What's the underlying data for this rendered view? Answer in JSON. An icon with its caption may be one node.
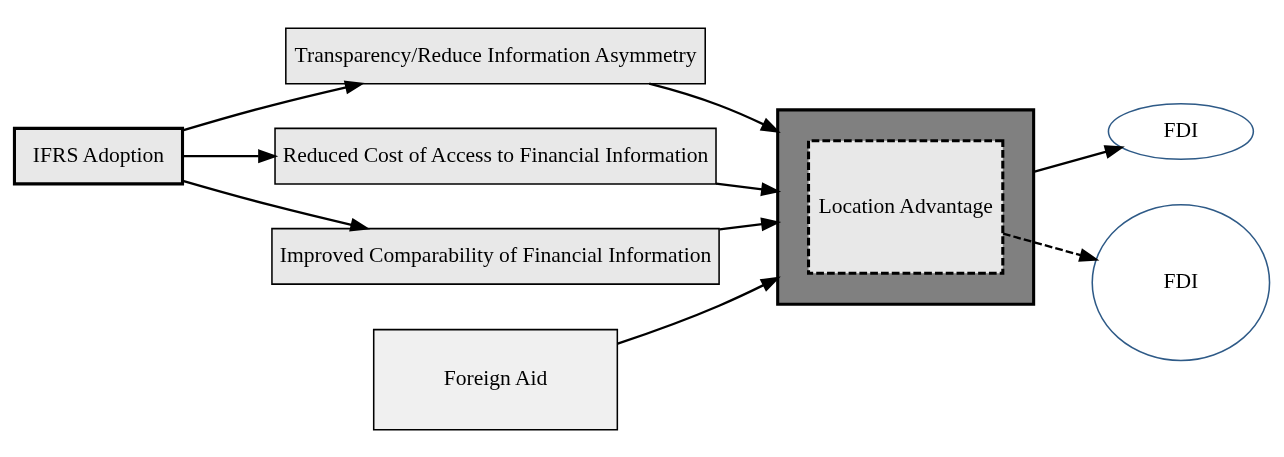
{
  "diagram": {
    "nodes": [
      {
        "text": [
          "IFRS Adoption"
        ]
      },
      {
        "text": [
          "Transparency/Reduce Information Asymmetry"
        ]
      },
      {
        "text": [
          "Reduced Cost of Access to Financial Information"
        ]
      },
      {
        "text": [
          "Improved Comparability of Financial Information"
        ]
      },
      {
        "text": [],
        "shape": "box"
      },
      {
        "text": [
          "Location Advantage"
        ],
        "in": 4
      },
      {
        "text": [
          "FDI"
        ]
      },
      {
        "text": [
          "FDI"
        ]
      },
      {
        "text": [
          "Foreign Aid"
        ]
      }
    ],
    "edges": [
      {
        "from": 0,
        "to": 1,
        "arrow": "to"
      },
      {
        "from": 0,
        "to": 2,
        "arrow": "to"
      },
      {
        "from": 0,
        "to": 3,
        "arrow": "to"
      },
      {
        "from": 1,
        "to": 4,
        "arrow": "to"
      },
      {
        "from": 2,
        "to": 4,
        "arrow": "to"
      },
      {
        "from": 3,
        "to": 4,
        "arrow": "to"
      },
      {
        "from": 4,
        "to": 6,
        "arrow": "to"
      },
      {
        "from": 5,
        "to": 7,
        "arrow": "to",
        "style": "dashed"
      },
      {
        "from": 8,
        "to": 4,
        "arrow": "to"
      }
    ]
  }
}
